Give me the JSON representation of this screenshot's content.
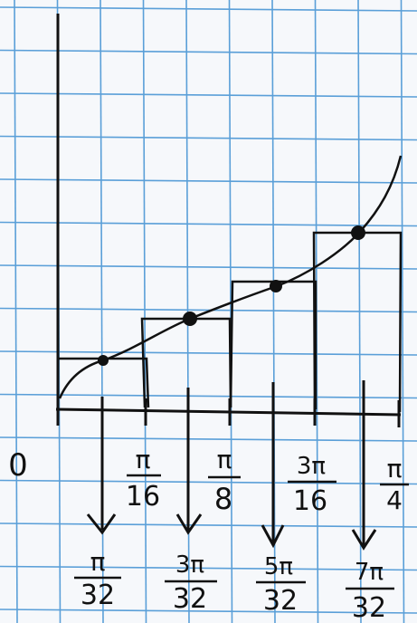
{
  "diagram": {
    "origin_label": "0",
    "x_labels": [
      {
        "num": "π",
        "den": "16"
      },
      {
        "num": "π",
        "den": "8"
      },
      {
        "num": "3π",
        "den": "16"
      },
      {
        "num": "π",
        "den": "4"
      }
    ],
    "midpoint_labels": [
      {
        "num": "π",
        "den": "32"
      },
      {
        "num": "3π",
        "den": "32"
      },
      {
        "num": "5π",
        "den": "32"
      },
      {
        "num": "7π",
        "den": "32"
      }
    ],
    "curve": "tan x",
    "x_range": [
      0,
      0.7854
    ],
    "partitions": 4,
    "method": "midpoint rectangles"
  },
  "colors": {
    "paper": "#f6f8fb",
    "grid": "#5a9fd8",
    "ink": "#111111"
  }
}
